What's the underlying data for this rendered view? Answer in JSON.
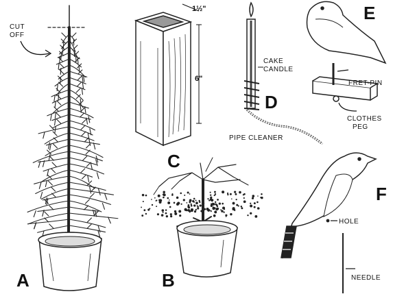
{
  "panels": {
    "A": "A",
    "B": "B",
    "C": "C",
    "D": "D",
    "E": "E",
    "F": "F"
  },
  "labels": {
    "cut_off": [
      "CUT",
      "OFF"
    ],
    "dim_top": "1½\"",
    "dim_height": "6\"",
    "cake_candle": [
      "CAKE",
      "CANDLE"
    ],
    "pipe_cleaner": "PIPE CLEANER",
    "fret_pin": "FRET-PIN",
    "clothes_peg": [
      "CLOTHES",
      "PEG"
    ],
    "hole": "HOLE",
    "needle": "NEEDLE"
  }
}
